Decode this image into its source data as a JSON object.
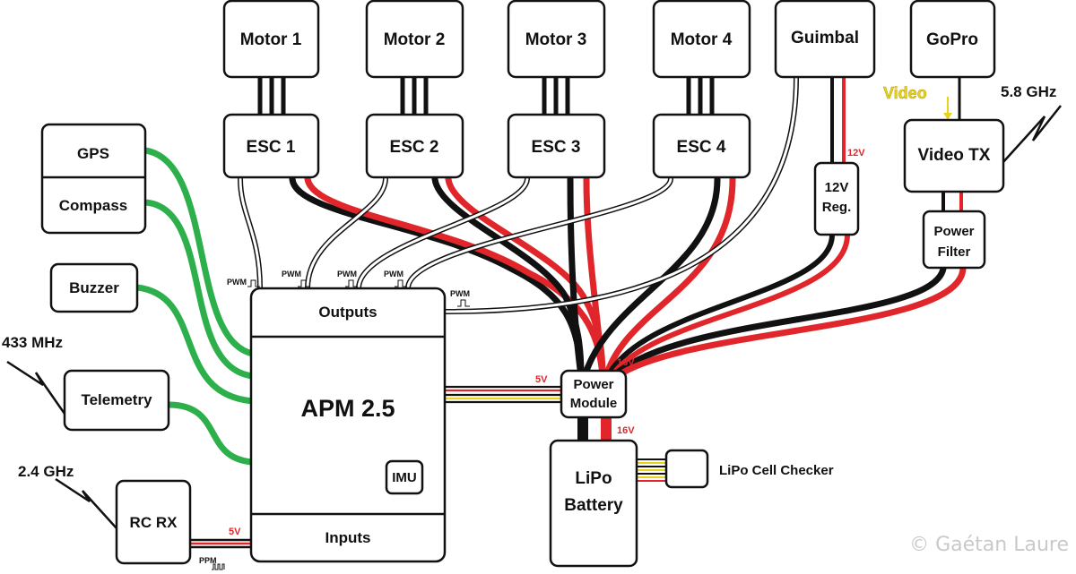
{
  "components": {
    "motor1": "Motor 1",
    "motor2": "Motor 2",
    "motor3": "Motor 3",
    "motor4": "Motor 4",
    "guimbal": "Guimbal",
    "gopro": "GoPro",
    "esc1": "ESC 1",
    "esc2": "ESC 2",
    "esc3": "ESC 3",
    "esc4": "ESC 4",
    "gps": "GPS",
    "compass": "Compass",
    "buzzer": "Buzzer",
    "telemetry": "Telemetry",
    "rcrx": "RC RX",
    "apm_outputs": "Outputs",
    "apm_title": "APM 2.5",
    "apm_imu": "IMU",
    "apm_inputs": "Inputs",
    "power_module_l1": "Power",
    "power_module_l2": "Module",
    "lipo_l1": "LiPo",
    "lipo_l2": "Battery",
    "cell_checker": "LiPo Cell Checker",
    "reg_l1": "12V",
    "reg_l2": "Reg.",
    "video_tx": "Video TX",
    "filter_l1": "Power",
    "filter_l2": "Filter"
  },
  "labels": {
    "video": "Video",
    "freq_video": "5.8 GHz",
    "freq_telemetry": "433 MHz",
    "freq_rc": "2.4 GHz",
    "pwm": "PWM",
    "ppm": "PPM",
    "v12": "12V",
    "v5_power": "5V",
    "v5_rc": "5V",
    "v16_top": "16V",
    "v16_bottom": "16V",
    "copyright": "© Gaétan Laure"
  },
  "colors": {
    "green_wire": "#2db04b",
    "red_wire": "#e0262a",
    "black_wire": "#111111",
    "video_wire": "#e8d21c"
  }
}
